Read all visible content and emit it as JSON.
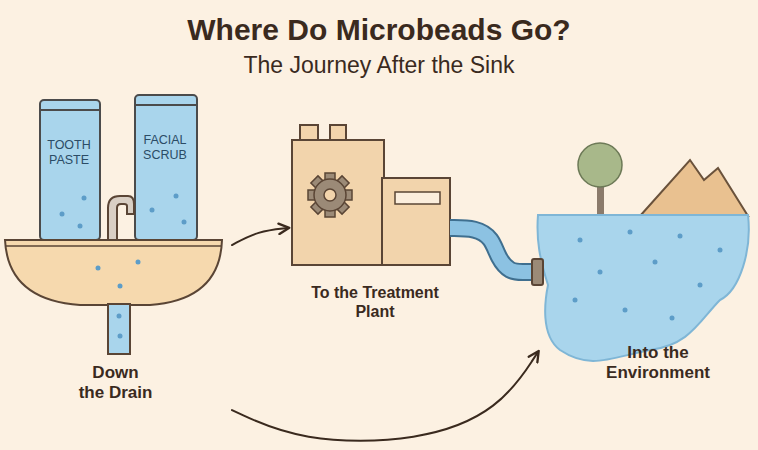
{
  "diagram": {
    "title": "Where Do Microbeads Go?",
    "nodes": [
      {
        "text": [
          "Down the Drain"
        ]
      },
      {
        "text": [
          "TOOTH PASTE"
        ],
        "in": 0
      },
      {
        "text": [
          "FACIAL SCRUB"
        ],
        "in": 0
      },
      {
        "text": [
          "To the Treatment Plant"
        ]
      },
      {
        "text": [
          "Into the Environment"
        ]
      }
    ],
    "edges": [
      {
        "from": 0,
        "to": 3,
        "arrow": "to"
      },
      {
        "from": 3,
        "to": 4,
        "arrow": "none"
      },
      {
        "from": 0,
        "to": 4,
        "arrow": "to"
      }
    ],
    "labels": [
      "The Journey After the Sink"
    ]
  }
}
